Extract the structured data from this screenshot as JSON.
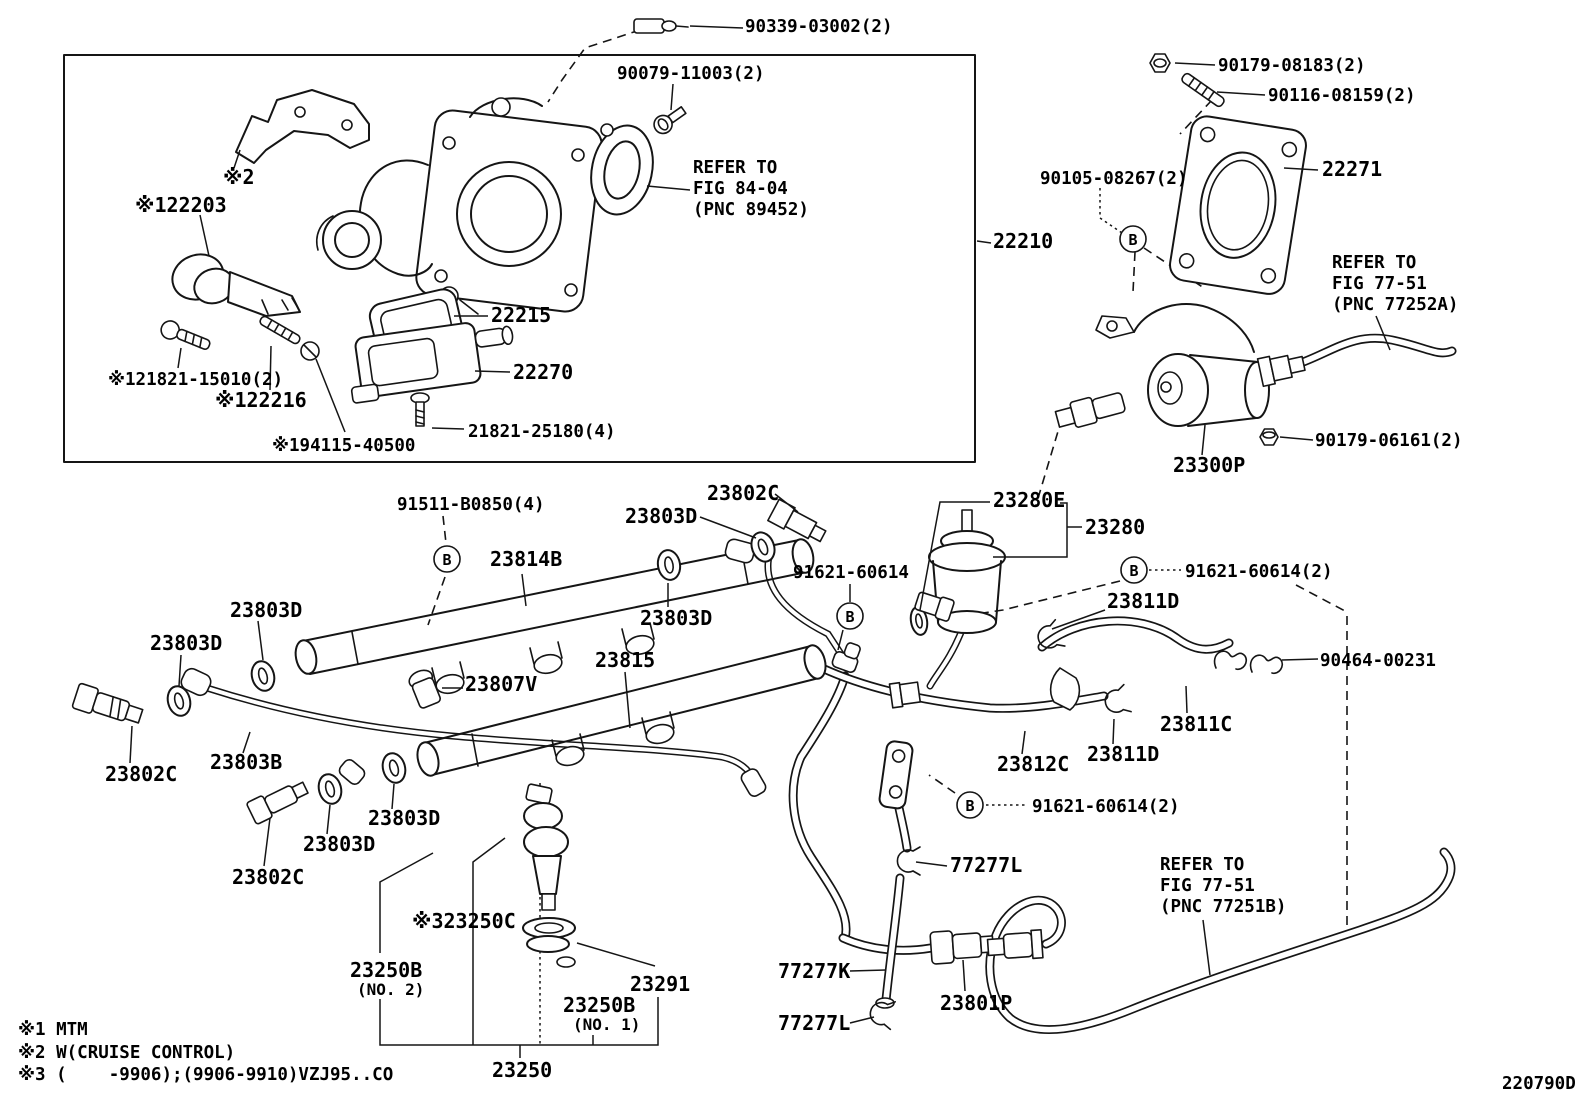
{
  "diagram": {
    "description": "Toyota parts catalog line diagram - fuel injection system (throttle body, fuel rails, injectors, fuel filter, hoses)",
    "code": "220790D",
    "colors": {
      "background": "#ffffff",
      "line": "#151515",
      "text": "#000000"
    },
    "labels": {
      "l90339": "90339-03002(2)",
      "l90079": "90079-11003(2)",
      "l90179a": "90179-08183(2)",
      "l90116": "90116-08159(2)",
      "l22271": "22271",
      "l90105": "90105-08267(2)",
      "l22210": "22210",
      "l22203": "※122203",
      "lnote2": "※2",
      "l22215": "22215",
      "l22270": "22270",
      "l21821a": "※121821-15010(2)",
      "l22216": "※122216",
      "l94115": "※194115-40500",
      "l21821b": "21821-25180(4)",
      "l90179b": "90179-06161(2)",
      "l23300": "23300P",
      "l91511": "91511-B0850(4)",
      "l23802": "23802C",
      "l23803d": "23803D",
      "l23814": "23814B",
      "l23280e": "23280E",
      "l23280": "23280",
      "l91621a": "91621-60614",
      "l91621b": "91621-60614(2)",
      "l23811d": "23811D",
      "l90464": "90464-00231",
      "l23807": "23807V",
      "l23815": "23815",
      "l23811c": "23811C",
      "l23803b": "23803B",
      "l23812c": "23812C",
      "l23250c": "※323250C",
      "l23250b": "23250B",
      "lno2": "(NO. 2)",
      "lno1": "(NO. 1)",
      "l23291": "23291",
      "l23250": "23250",
      "l77277l": "77277L",
      "l77277k": "77277K",
      "l23801p": "23801P",
      "lB": "B"
    },
    "refer": {
      "fig8404": {
        "1": "REFER TO",
        "2": "FIG 84-04",
        "3": "(PNC 89452)"
      },
      "fig7751a": {
        "1": "REFER TO",
        "2": "FIG 77-51",
        "3": "(PNC 77252A)"
      },
      "fig7751b": {
        "1": "REFER TO",
        "2": "FIG 77-51",
        "3": "(PNC 77251B)"
      }
    },
    "footnotes": {
      "1": "※1 MTM",
      "2": "※2 W(CRUISE CONTROL)",
      "3": "※3 (    -9906);(9906-9910)VZJ95..CO"
    }
  }
}
